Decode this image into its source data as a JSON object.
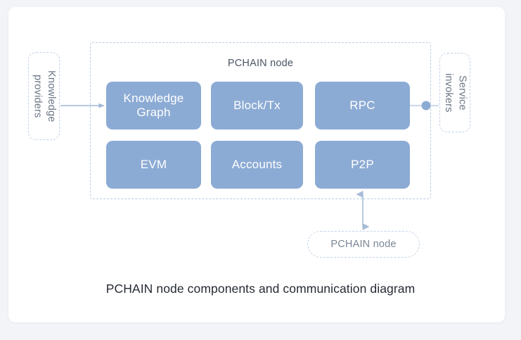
{
  "caption": "PCHAIN node components and communication diagram",
  "diagram": {
    "container": {
      "title": "PCHAIN node",
      "border_style": "dashed",
      "border_color": "#b9cbe4"
    },
    "components": [
      {
        "id": "knowledge-graph",
        "label": "Knowledge\nGraph",
        "row": 1,
        "col": 1
      },
      {
        "id": "block-tx",
        "label": "Block/Tx",
        "row": 1,
        "col": 2
      },
      {
        "id": "rpc",
        "label": "RPC",
        "row": 1,
        "col": 3
      },
      {
        "id": "evm",
        "label": "EVM",
        "row": 2,
        "col": 1
      },
      {
        "id": "accounts",
        "label": "Accounts",
        "row": 2,
        "col": 2
      },
      {
        "id": "p2p",
        "label": "P2P",
        "row": 2,
        "col": 3
      }
    ],
    "external": {
      "knowledge_providers": "Knowledge\nproviders",
      "service_invokers": "Service\ninvokers",
      "peer_node": "PCHAIN node"
    },
    "connectors": [
      {
        "id": "providers-to-kg",
        "from": "knowledge-providers",
        "to": "knowledge-graph",
        "arrow": "single"
      },
      {
        "id": "rpc-to-invokers",
        "from": "rpc",
        "to": "service-invokers",
        "arrow": "dot"
      },
      {
        "id": "p2p-to-peer",
        "from": "p2p",
        "to": "peer-node",
        "arrow": "double"
      }
    ]
  },
  "colors": {
    "page_background": "#f3f4f8",
    "card_background": "#ffffff",
    "component_fill": "#8cabd4",
    "component_text": "#ffffff",
    "dashed_border": "#c3d2e6",
    "connector": "#8cabd4",
    "caption_text": "#262b33"
  }
}
